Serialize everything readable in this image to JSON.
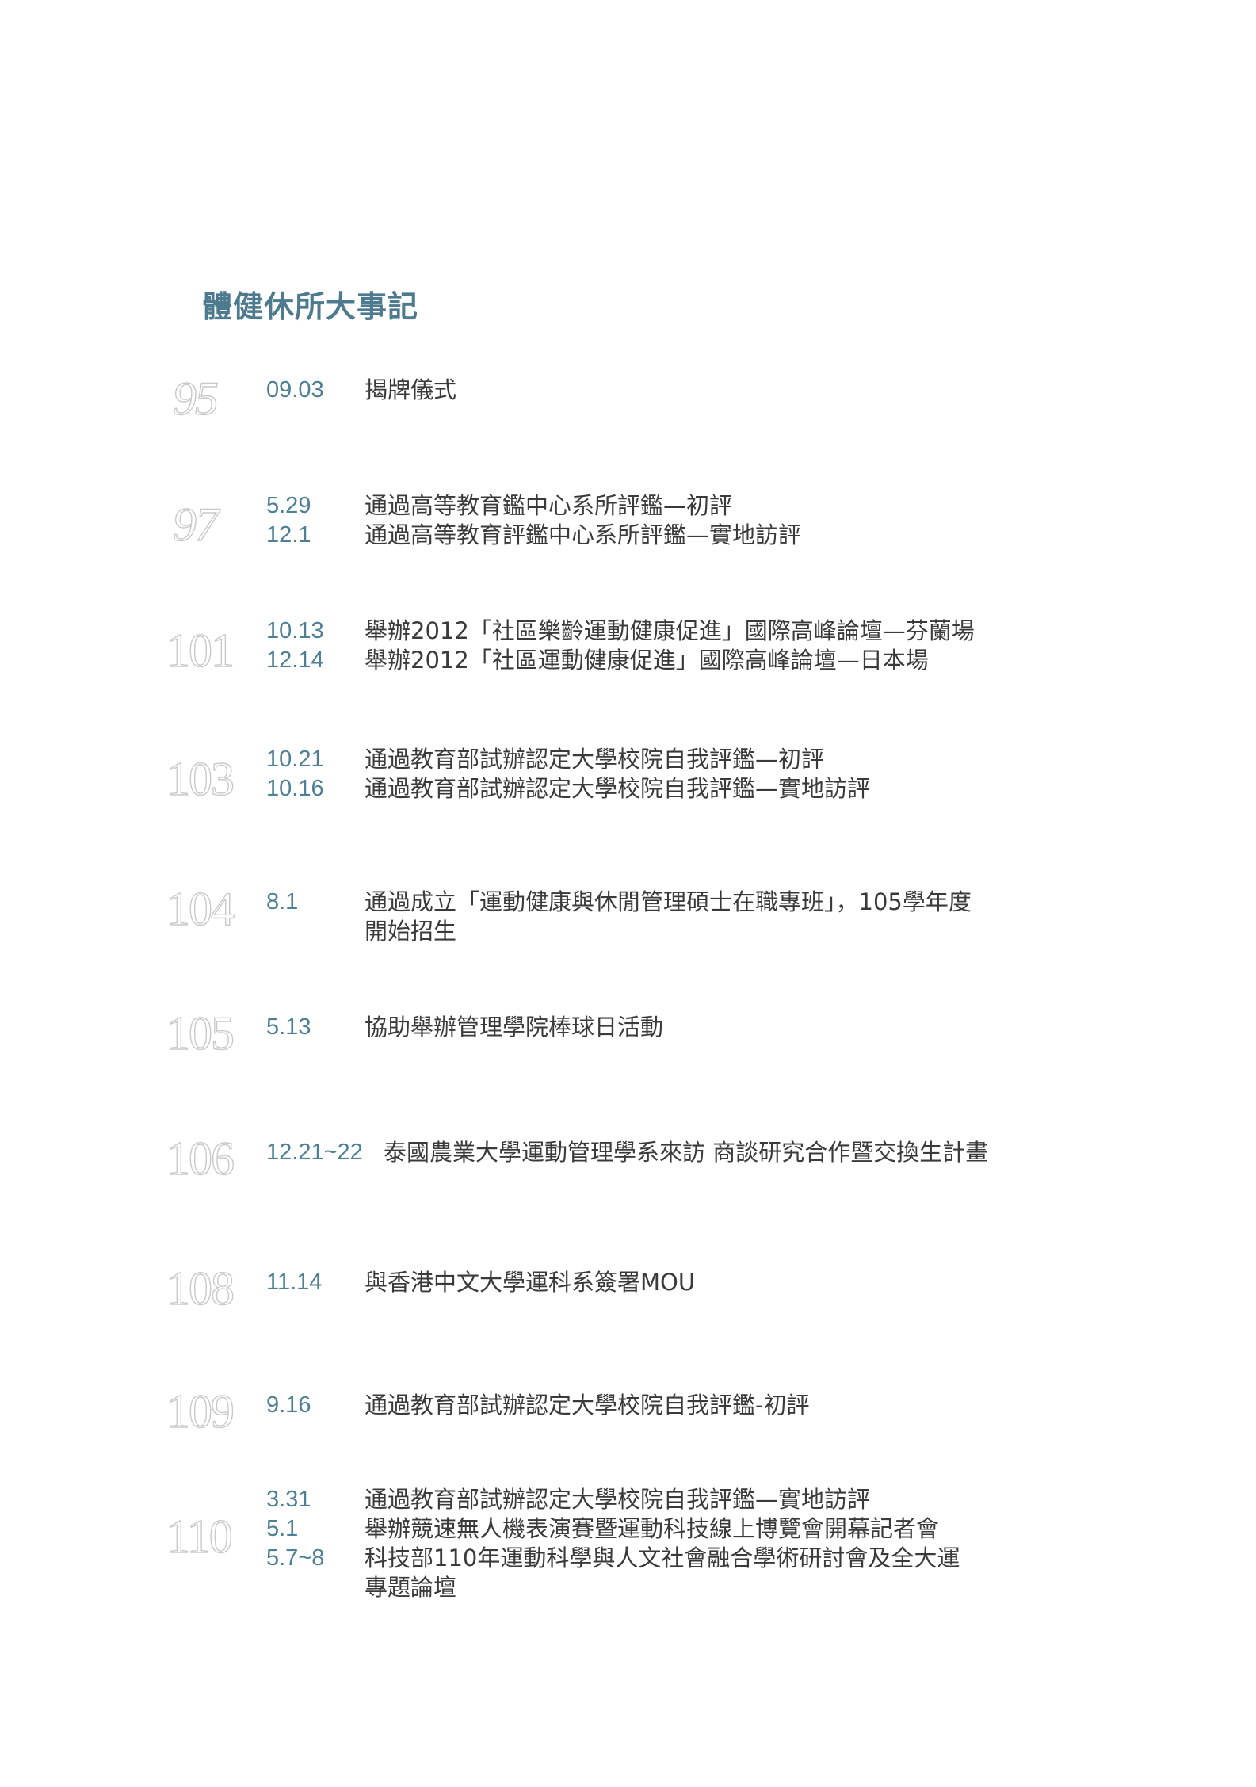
{
  "title": "體健休所大事記",
  "years": [
    {
      "year": "95",
      "events": [
        {
          "date": "09.03",
          "desc": "揭牌儀式"
        }
      ]
    },
    {
      "year": "97",
      "events": [
        {
          "date": "5.29",
          "desc": "通過高等教育鑑中心系所評鑑—初評"
        },
        {
          "date": "12.1",
          "desc": "通過高等教育評鑑中心系所評鑑—實地訪評"
        }
      ]
    },
    {
      "year": "101",
      "events": [
        {
          "date": "10.13",
          "desc": "舉辦2012「社區樂齡運動健康促進」國際高峰論壇—芬蘭場"
        },
        {
          "date": "12.14",
          "desc": "舉辦2012「社區運動健康促進」國際高峰論壇—日本場"
        }
      ]
    },
    {
      "year": "103",
      "events": [
        {
          "date": "10.21",
          "desc": "通過教育部試辦認定大學校院自我評鑑—初評"
        },
        {
          "date": "10.16",
          "desc": "通過教育部試辦認定大學校院自我評鑑—實地訪評"
        }
      ]
    },
    {
      "year": "104",
      "events": [
        {
          "date": "8.1",
          "desc": "通過成立「運動健康與休閒管理碩士在職專班」，105學年度開始招生"
        }
      ]
    },
    {
      "year": "105",
      "events": [
        {
          "date": "5.13",
          "desc": "協助舉辦管理學院棒球日活動"
        }
      ]
    },
    {
      "year": "106",
      "events": [
        {
          "date": "12.21~22",
          "desc": "泰國農業大學運動管理學系來訪 商談研究合作暨交換生計畫"
        }
      ]
    },
    {
      "year": "108",
      "events": [
        {
          "date": "11.14",
          "desc": "與香港中文大學運科系簽署MOU"
        }
      ]
    },
    {
      "year": "109",
      "events": [
        {
          "date": "9.16",
          "desc": "通過教育部試辦認定大學校院自我評鑑-初評"
        }
      ]
    },
    {
      "year": "110",
      "events": [
        {
          "date": "3.31",
          "desc": "通過教育部試辦認定大學校院自我評鑑—實地訪評"
        },
        {
          "date": "5.1",
          "desc": "舉辦競速無人機表演賽暨運動科技線上博覽會開幕記者會"
        },
        {
          "date": "5.7~8",
          "desc": "科技部110年運動科學與人文社會融合學術研討會及全大運專題論壇"
        }
      ]
    }
  ]
}
